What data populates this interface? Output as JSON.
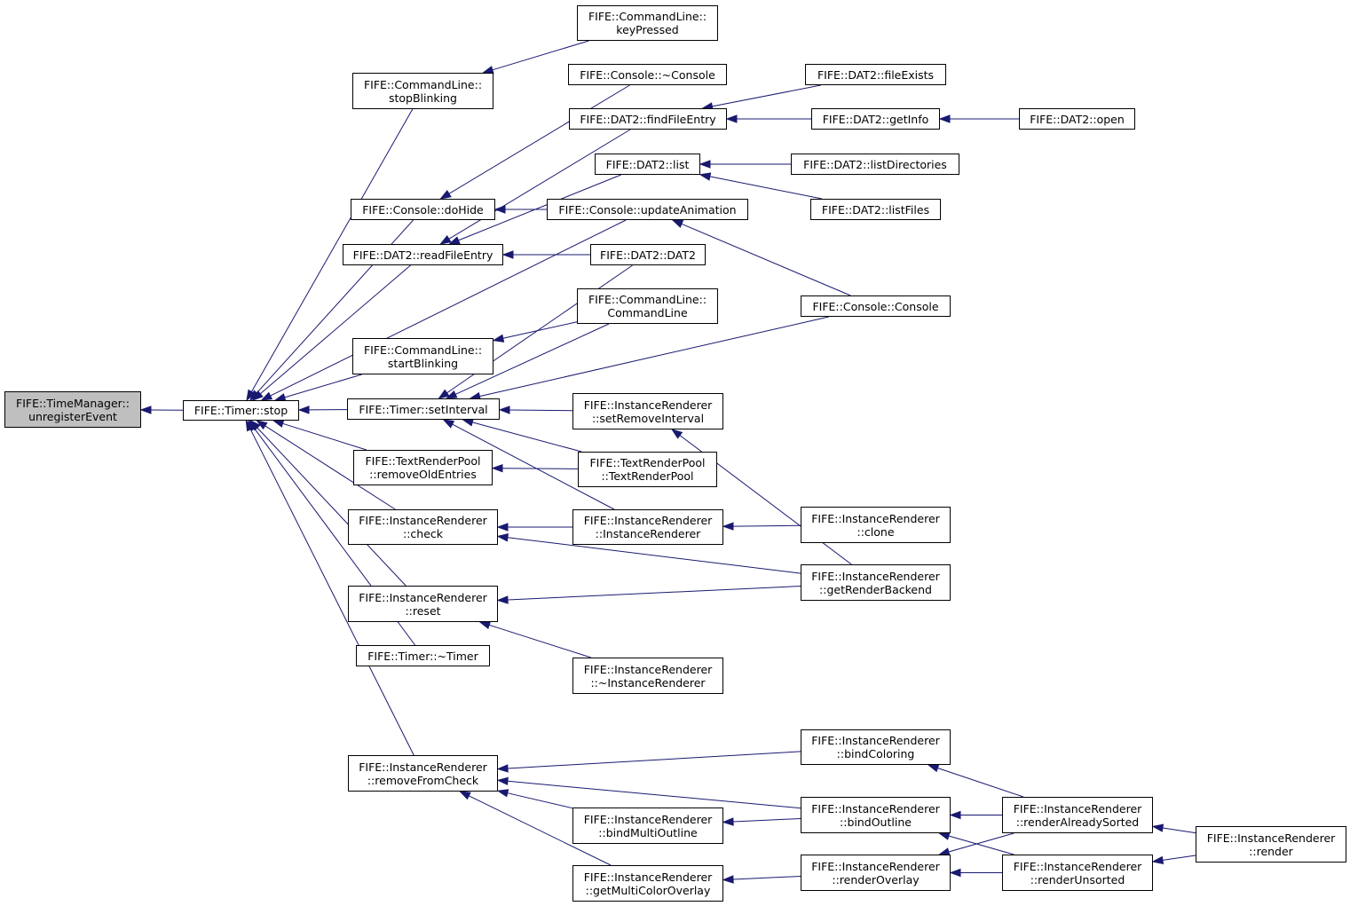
{
  "graph": {
    "colors": {
      "edge": "#191970",
      "node_border": "#000000",
      "root_fill": "#bfbfbf",
      "node_fill": "#ffffff"
    },
    "nodes": {
      "n_unregister": {
        "lines": [
          "FIFE::TimeManager::",
          "unregisterEvent"
        ],
        "root": true
      },
      "n_stop": {
        "lines": [
          "FIFE::Timer::stop"
        ]
      },
      "n_stopBlink": {
        "lines": [
          "FIFE::CommandLine::",
          "stopBlinking"
        ]
      },
      "n_doHide": {
        "lines": [
          "FIFE::Console::doHide"
        ]
      },
      "n_readFile": {
        "lines": [
          "FIFE::DAT2::readFileEntry"
        ]
      },
      "n_startBlink": {
        "lines": [
          "FIFE::CommandLine::",
          "startBlinking"
        ]
      },
      "n_setInterval": {
        "lines": [
          "FIFE::Timer::setInterval"
        ]
      },
      "n_removeOld": {
        "lines": [
          "FIFE::TextRenderPool",
          "::removeOldEntries"
        ]
      },
      "n_check": {
        "lines": [
          "FIFE::InstanceRenderer",
          "::check"
        ]
      },
      "n_reset": {
        "lines": [
          "FIFE::InstanceRenderer",
          "::reset"
        ]
      },
      "n_timerDtor": {
        "lines": [
          "FIFE::Timer::~Timer"
        ]
      },
      "n_removeFrom": {
        "lines": [
          "FIFE::InstanceRenderer",
          "::removeFromCheck"
        ]
      },
      "n_keyPressed": {
        "lines": [
          "FIFE::CommandLine::",
          "keyPressed"
        ]
      },
      "n_consoleDtor": {
        "lines": [
          "FIFE::Console::~Console"
        ]
      },
      "n_findFile": {
        "lines": [
          "FIFE::DAT2::findFileEntry"
        ]
      },
      "n_list": {
        "lines": [
          "FIFE::DAT2::list"
        ]
      },
      "n_updateAnim": {
        "lines": [
          "FIFE::Console::updateAnimation"
        ]
      },
      "n_dat2ctor": {
        "lines": [
          "FIFE::DAT2::DAT2"
        ]
      },
      "n_cmdCtor": {
        "lines": [
          "FIFE::CommandLine::",
          "CommandLine"
        ]
      },
      "n_setRemove": {
        "lines": [
          "FIFE::InstanceRenderer",
          "::setRemoveInterval"
        ]
      },
      "n_trpCtor": {
        "lines": [
          "FIFE::TextRenderPool",
          "::TextRenderPool"
        ]
      },
      "n_irCtor": {
        "lines": [
          "FIFE::InstanceRenderer",
          "::InstanceRenderer"
        ]
      },
      "n_irDtor": {
        "lines": [
          "FIFE::InstanceRenderer",
          "::~InstanceRenderer"
        ]
      },
      "n_bindMulti": {
        "lines": [
          "FIFE::InstanceRenderer",
          "::bindMultiOutline"
        ]
      },
      "n_getMulti": {
        "lines": [
          "FIFE::InstanceRenderer",
          "::getMultiColorOverlay"
        ]
      },
      "n_fileExists": {
        "lines": [
          "FIFE::DAT2::fileExists"
        ]
      },
      "n_getInfo": {
        "lines": [
          "FIFE::DAT2::getInfo"
        ]
      },
      "n_listDirs": {
        "lines": [
          "FIFE::DAT2::listDirectories"
        ]
      },
      "n_listFiles": {
        "lines": [
          "FIFE::DAT2::listFiles"
        ]
      },
      "n_consoleCtor": {
        "lines": [
          "FIFE::Console::Console"
        ]
      },
      "n_clone": {
        "lines": [
          "FIFE::InstanceRenderer",
          "::clone"
        ]
      },
      "n_getBackend": {
        "lines": [
          "FIFE::InstanceRenderer",
          "::getRenderBackend"
        ]
      },
      "n_bindColor": {
        "lines": [
          "FIFE::InstanceRenderer",
          "::bindColoring"
        ]
      },
      "n_bindOutline": {
        "lines": [
          "FIFE::InstanceRenderer",
          "::bindOutline"
        ]
      },
      "n_renderOver": {
        "lines": [
          "FIFE::InstanceRenderer",
          "::renderOverlay"
        ]
      },
      "n_open": {
        "lines": [
          "FIFE::DAT2::open"
        ]
      },
      "n_renderSorted": {
        "lines": [
          "FIFE::InstanceRenderer",
          "::renderAlreadySorted"
        ]
      },
      "n_renderUns": {
        "lines": [
          "FIFE::InstanceRenderer",
          "::renderUnsorted"
        ]
      },
      "n_render": {
        "lines": [
          "FIFE::InstanceRenderer",
          "::render"
        ]
      }
    },
    "edges": [
      [
        "n_stop",
        "n_unregister"
      ],
      [
        "n_stopBlink",
        "n_stop"
      ],
      [
        "n_doHide",
        "n_stop"
      ],
      [
        "n_readFile",
        "n_stop"
      ],
      [
        "n_updateAnim",
        "n_stop"
      ],
      [
        "n_startBlink",
        "n_stop"
      ],
      [
        "n_setInterval",
        "n_stop"
      ],
      [
        "n_removeOld",
        "n_stop"
      ],
      [
        "n_check",
        "n_stop"
      ],
      [
        "n_reset",
        "n_stop"
      ],
      [
        "n_timerDtor",
        "n_stop"
      ],
      [
        "n_removeFrom",
        "n_stop"
      ],
      [
        "n_keyPressed",
        "n_stopBlink"
      ],
      [
        "n_consoleDtor",
        "n_doHide"
      ],
      [
        "n_updateAnim",
        "n_doHide"
      ],
      [
        "n_findFile",
        "n_readFile"
      ],
      [
        "n_list",
        "n_readFile"
      ],
      [
        "n_dat2ctor",
        "n_readFile"
      ],
      [
        "n_cmdCtor",
        "n_startBlink"
      ],
      [
        "n_dat2ctor",
        "n_setInterval"
      ],
      [
        "n_cmdCtor",
        "n_setInterval"
      ],
      [
        "n_consoleCtor",
        "n_setInterval"
      ],
      [
        "n_setRemove",
        "n_setInterval"
      ],
      [
        "n_trpCtor",
        "n_setInterval"
      ],
      [
        "n_irCtor",
        "n_setInterval"
      ],
      [
        "n_trpCtor",
        "n_removeOld"
      ],
      [
        "n_irCtor",
        "n_check"
      ],
      [
        "n_getBackend",
        "n_check"
      ],
      [
        "n_getBackend",
        "n_reset"
      ],
      [
        "n_irDtor",
        "n_reset"
      ],
      [
        "n_bindColor",
        "n_removeFrom"
      ],
      [
        "n_bindOutline",
        "n_removeFrom"
      ],
      [
        "n_bindMulti",
        "n_removeFrom"
      ],
      [
        "n_getMulti",
        "n_removeFrom"
      ],
      [
        "n_fileExists",
        "n_findFile"
      ],
      [
        "n_getInfo",
        "n_findFile"
      ],
      [
        "n_open",
        "n_getInfo"
      ],
      [
        "n_listDirs",
        "n_list"
      ],
      [
        "n_listFiles",
        "n_list"
      ],
      [
        "n_consoleCtor",
        "n_updateAnim"
      ],
      [
        "n_getBackend",
        "n_setRemove"
      ],
      [
        "n_clone",
        "n_irCtor"
      ],
      [
        "n_bindOutline",
        "n_bindMulti"
      ],
      [
        "n_renderOver",
        "n_getMulti"
      ],
      [
        "n_renderSorted",
        "n_bindColor"
      ],
      [
        "n_renderSorted",
        "n_bindOutline"
      ],
      [
        "n_renderUns",
        "n_bindOutline"
      ],
      [
        "n_renderSorted",
        "n_renderOver"
      ],
      [
        "n_renderUns",
        "n_renderOver"
      ],
      [
        "n_render",
        "n_renderSorted"
      ],
      [
        "n_render",
        "n_renderUns"
      ]
    ]
  }
}
